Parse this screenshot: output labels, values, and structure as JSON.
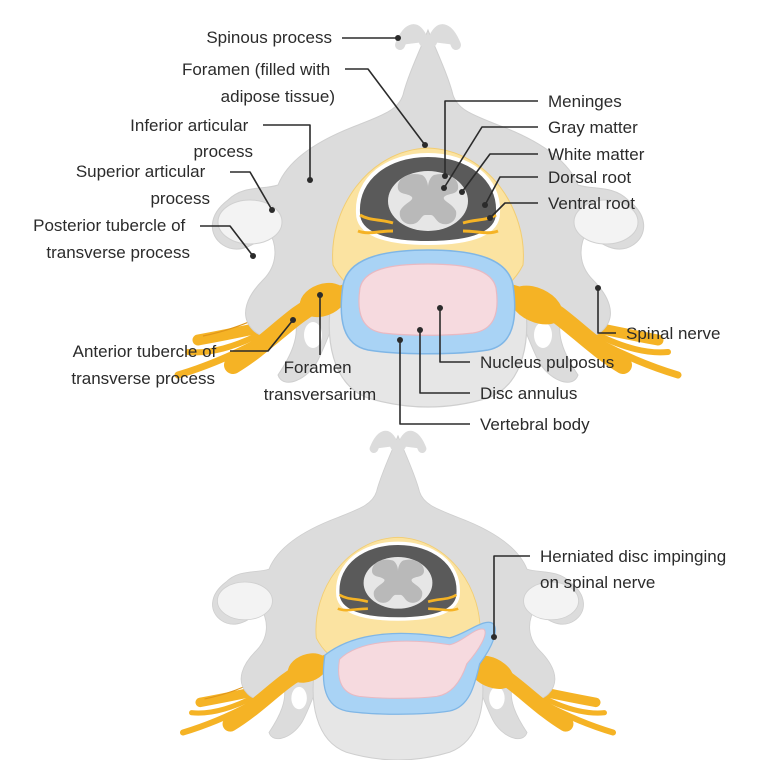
{
  "colors": {
    "bone": "#dcdcdc",
    "bone_edge": "#c4c4c4",
    "bone_highlight": "#f3f3f3",
    "adipose": "#fbe3a1",
    "nerve": "#f5b325",
    "nerve_edge": "#e0961a",
    "gray_matter": "#c8c8c8",
    "cord_dark": "#555555",
    "annulus": "#a9d3f5",
    "annulus_edge": "#7fb6e6",
    "nucleus": "#f6dadf",
    "nucleus_edge": "#e8b9c2",
    "leader": "#2b2b2b"
  },
  "labels": {
    "spinous_process": "Spinous process",
    "foramen_adipose": [
      "Foramen (filled with",
      "adipose tissue)"
    ],
    "inferior_articular": [
      "Inferior articular",
      "process"
    ],
    "superior_articular": [
      "Superior articular",
      "process"
    ],
    "posterior_tubercle": [
      "Posterior tubercle of",
      "transverse process"
    ],
    "anterior_tubercle": [
      "Anterior tubercle of",
      "transverse process"
    ],
    "foramen_transversarium": [
      "Foramen",
      "transversarium"
    ],
    "meninges": "Meninges",
    "gray_matter": "Gray matter",
    "white_matter": "White matter",
    "dorsal_root": "Dorsal root",
    "ventral_root": "Ventral root",
    "spinal_nerve": "Spinal nerve",
    "nucleus_pulposus": "Nucleus pulposus",
    "disc_annulus": "Disc annulus",
    "vertebral_body": "Vertebral body",
    "herniated_disc": [
      "Herniated disc impinging",
      "on spinal nerve"
    ]
  }
}
